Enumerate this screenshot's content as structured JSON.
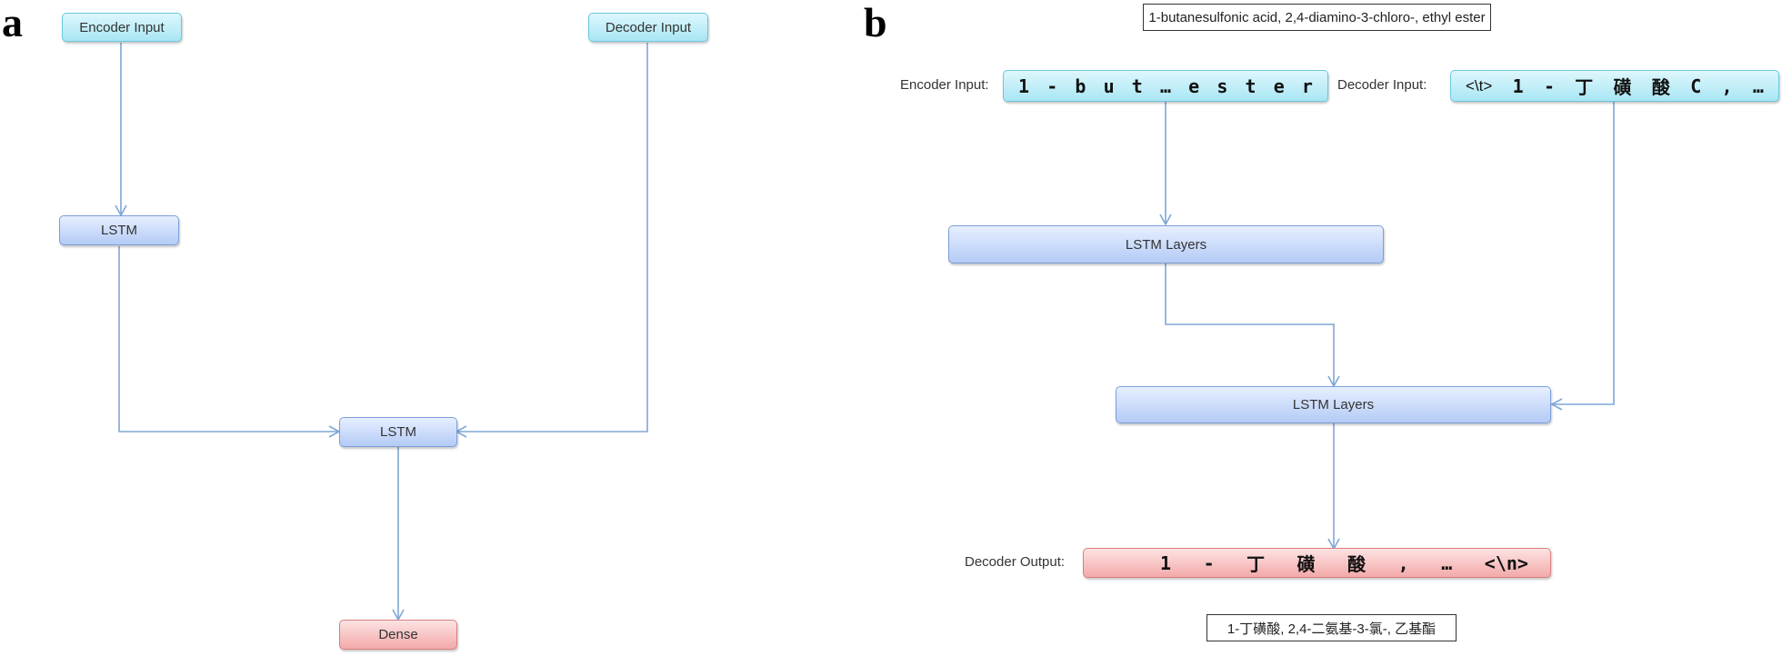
{
  "panel_a": {
    "letter": "a",
    "encoder_input": "Encoder Input",
    "decoder_input": "Decoder Input",
    "lstm_1": "LSTM",
    "lstm_2": "LSTM",
    "dense": "Dense"
  },
  "panel_b": {
    "letter": "b",
    "source_text": "1-butanesulfonic acid, 2,4-diamino-3-chloro-, ethyl ester",
    "encoder_input_label": "Encoder Input:",
    "encoder_tokens": [
      "1",
      "-",
      "b",
      "u",
      "t",
      "…",
      "e",
      "s",
      "t",
      "e",
      "r"
    ],
    "decoder_input_label": "Decoder Input:",
    "decoder_tokens": [
      "<\\t>",
      "1",
      "-",
      "丁",
      "磺",
      "酸",
      "C",
      ",",
      "…"
    ],
    "lstm_layers_1": "LSTM Layers",
    "lstm_layers_2": "LSTM Layers",
    "decoder_output_label": "Decoder Output:",
    "decoder_output_tokens": [
      "1",
      "-",
      "丁",
      "磺",
      "酸",
      ",",
      "…",
      "<\\n>"
    ],
    "target_text": "1-丁磺酸, 2,4-二氨基-3-氯-, 乙基酯"
  },
  "colors": {
    "input_fill": "#a9e6f4",
    "lstm_fill": "#b4cbf6",
    "output_fill": "#f3a9a9",
    "edge": "#7ea7d6"
  }
}
